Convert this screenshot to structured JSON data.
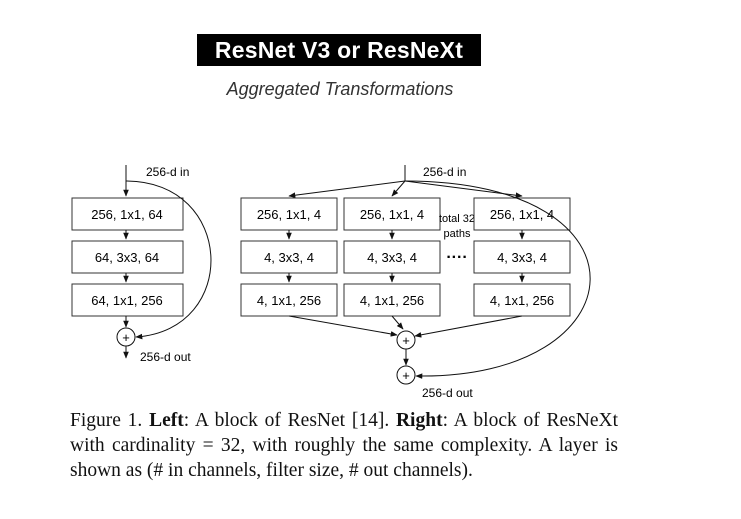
{
  "title": "ResNet V3 or ResNeXt",
  "subtitle": "Aggregated Transformations",
  "diagram": {
    "left_block": {
      "input_label": "256-d in",
      "layers": [
        "256, 1x1, 64",
        "64, 3x3, 64",
        "64, 1x1, 256"
      ],
      "output_label": "256-d out"
    },
    "right_block": {
      "input_label": "256-d in",
      "paths": [
        [
          "256, 1x1, 4",
          "4, 3x3, 4",
          "4, 1x1, 256"
        ],
        [
          "256, 1x1, 4",
          "4, 3x3, 4",
          "4, 1x1, 256"
        ],
        [
          "256, 1x1, 4",
          "4, 3x3, 4",
          "4, 1x1, 256"
        ]
      ],
      "total_paths_line1": "total 32",
      "total_paths_line2": "paths",
      "ellipsis": "····",
      "output_label": "256-d out"
    },
    "plus_symbol": "+"
  },
  "caption": {
    "figure_label": "Figure 1. ",
    "left_bold": "Left",
    "left_text": ": A block of ResNet [14]. ",
    "right_bold": "Right",
    "right_text": ": A block of ResNeXt with cardinality = 32, with roughly the same complexity. A layer is shown as (# in channels, filter size, # out channels)."
  }
}
